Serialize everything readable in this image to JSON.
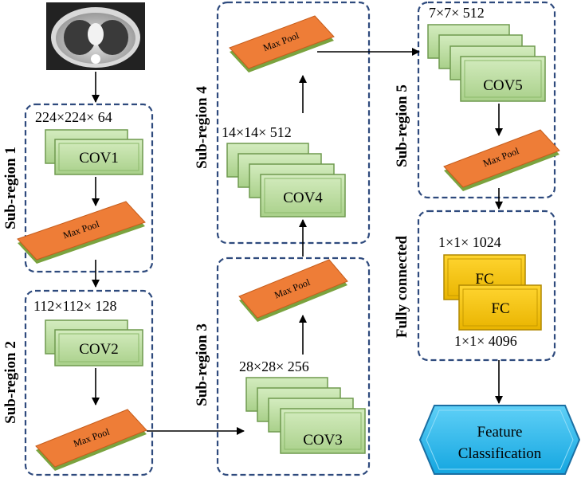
{
  "regions": [
    {
      "title": "Sub-region 1",
      "dims": "224×224× 64",
      "conv": "COV1",
      "pool": "Max Pool"
    },
    {
      "title": "Sub-region 2",
      "dims": "112×112× 128",
      "conv": "COV2",
      "pool": "Max Pool"
    },
    {
      "title": "Sub-region 3",
      "dims": "28×28× 256",
      "conv": "COV3",
      "pool": "Max Pool"
    },
    {
      "title": "Sub-region 4",
      "dims": "14×14× 512",
      "conv": "COV4",
      "pool": "Max Pool"
    },
    {
      "title": "Sub-region 5",
      "dims": "7×7× 512",
      "conv": "COV5",
      "pool": "Max Pool"
    }
  ],
  "fully_connected": {
    "title": "Fully connected",
    "dims_top": "1×1× 1024",
    "dims_bottom": "1×1× 4096",
    "fc1": "FC",
    "fc2": "FC"
  },
  "output": {
    "line1": "Feature",
    "line2": "Classification"
  },
  "colors": {
    "region_border": "#2e4a7d",
    "conv_fill": "#b9dc9c",
    "conv_border": "#6f9a4f",
    "pool_fill": "#ee7d37",
    "pool_edge": "#7aa33f",
    "fc_fill": "#f5c400",
    "fc_border": "#b08800",
    "output_fill": "#22b4ec",
    "output_border": "#1a6fa3"
  }
}
